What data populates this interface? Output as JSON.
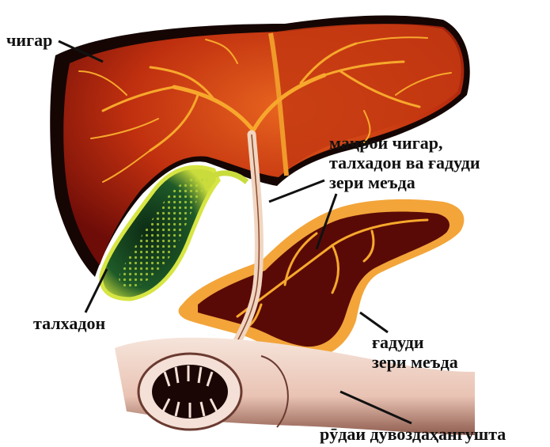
{
  "labels": {
    "liver": "чигар",
    "ducts": [
      "маҷрои чигар,",
      "талхадон ва ғадуди",
      "зери меъда"
    ],
    "gallbladder": "талхадон",
    "pancreas": [
      "ғадуди",
      "зери меъда"
    ],
    "duodenum": "рӯдаи дувоздаҳангушта"
  },
  "colors": {
    "liver_dark": "#7a0e0a",
    "liver_mid": "#b8260f",
    "liver_light": "#e0541c",
    "vessel": "#f7a82c",
    "gallbladder": "#c7d83a",
    "gallbladder_dark": "#0f3a1e",
    "pancreas": "#f3a53a",
    "pancreas_inner": "#5a0a06",
    "duct": "#f0d6c2",
    "intestine": "#f3dcd0",
    "intestine_shadow": "#9a6a5c"
  }
}
